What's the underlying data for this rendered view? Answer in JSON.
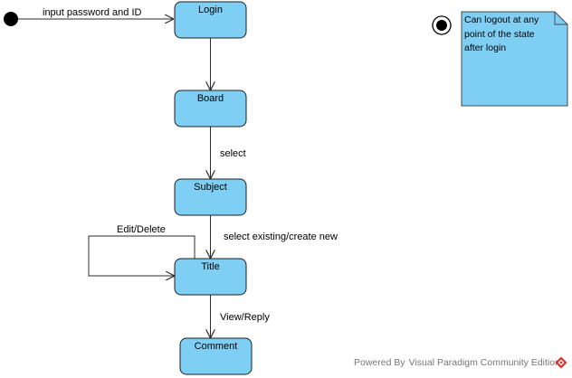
{
  "diagram": {
    "states": {
      "login": "Login",
      "board": "Board",
      "subject": "Subject",
      "title": "Title",
      "comment": "Comment"
    },
    "transitions": {
      "initial_to_login": "input password and ID",
      "board_to_subject": "select",
      "subject_to_title": "select existing/create new",
      "title_self": "Edit/Delete",
      "title_to_comment": "View/Reply"
    },
    "note": {
      "lines": [
        "Can logout at any",
        "point of the state",
        "after login"
      ]
    }
  },
  "footer": {
    "powered_by": "Powered By",
    "brand": "Visual Paradigm Community Edition"
  },
  "colors": {
    "state_fill": "#7fcff5",
    "stroke": "#1f1f1f",
    "logo_red": "#d9312b"
  }
}
